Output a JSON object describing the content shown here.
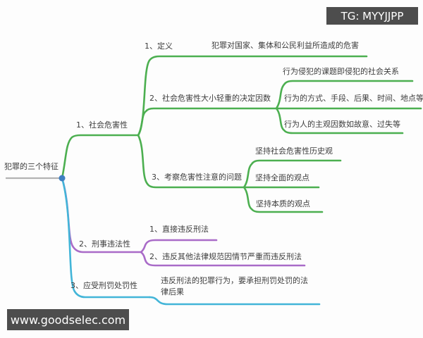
{
  "overlays": {
    "top_right_tag": "TG: MYYJJPP",
    "bottom_left_url": "www.goodselec.com"
  },
  "colors": {
    "branch_social_harm": "#4caf50",
    "branch_criminal_illegality": "#a96bc8",
    "branch_punishability": "#43b5d8",
    "root_line": "#b3b3b3",
    "root_dot": "#3f7fc1"
  },
  "mindmap": {
    "root": "犯罪的三个特征",
    "branches": [
      {
        "label": "1、社会危害性",
        "children": [
          {
            "label": "1、定义",
            "children": [
              {
                "label": "犯罪对国家、集体和公民利益所造成的危害"
              }
            ]
          },
          {
            "label": "2、社会危害性大小轻重的决定因数",
            "children": [
              {
                "label": "行为侵犯的课题即侵犯的社会关系"
              },
              {
                "label": "行为的方式、手段、后果、时间、地点等"
              },
              {
                "label": "行为人的主观因数如故意、过失等"
              }
            ]
          },
          {
            "label": "3、考察危害性注意的问题",
            "children": [
              {
                "label": "坚持社会危害性历史观"
              },
              {
                "label": "坚持全面的观点"
              },
              {
                "label": "坚持本质的观点"
              }
            ]
          }
        ]
      },
      {
        "label": "2、刑事违法性",
        "children": [
          {
            "label": "1、直接违反刑法"
          },
          {
            "label": "2、违反其他法律规范因情节严重而违反刑法"
          }
        ]
      },
      {
        "label": "3、应受刑罚处罚性",
        "children": [
          {
            "label": "违反刑法的犯罪行为，要承担刑罚处罚的法律后果"
          }
        ]
      }
    ]
  }
}
